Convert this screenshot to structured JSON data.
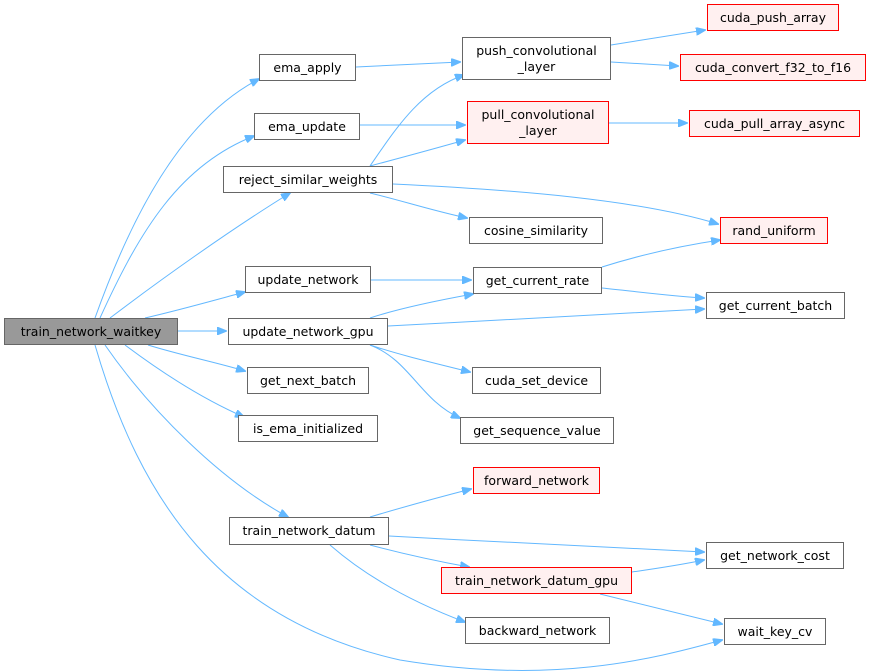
{
  "diagram": {
    "nodes": {
      "train_network_waitkey": "train_network_waitkey",
      "ema_apply": "ema_apply",
      "ema_update": "ema_update",
      "reject_similar_weights": "reject_similar_weights",
      "update_network": "update_network",
      "update_network_gpu": "update_network_gpu",
      "get_next_batch": "get_next_batch",
      "is_ema_initialized": "is_ema_initialized",
      "train_network_datum": "train_network_datum",
      "push_convolutional_layer": "push_convolutional\n_layer",
      "pull_convolutional_layer": "pull_convolutional\n_layer",
      "cosine_similarity": "cosine_similarity",
      "get_current_rate": "get_current_rate",
      "cuda_set_device": "cuda_set_device",
      "get_sequence_value": "get_sequence_value",
      "forward_network": "forward_network",
      "train_network_datum_gpu": "train_network_datum_gpu",
      "backward_network": "backward_network",
      "cuda_push_array": "cuda_push_array",
      "cuda_convert_f32_to_f16": "cuda_convert_f32_to_f16",
      "cuda_pull_array_async": "cuda_pull_array_async",
      "rand_uniform": "rand_uniform",
      "get_current_batch": "get_current_batch",
      "get_network_cost": "get_network_cost",
      "wait_key_cv": "wait_key_cv"
    },
    "edge_color": "#63b8ff",
    "root_fill": "#999999",
    "highlight_border": "#ff0000",
    "highlight_fill": "#fff0f0"
  }
}
